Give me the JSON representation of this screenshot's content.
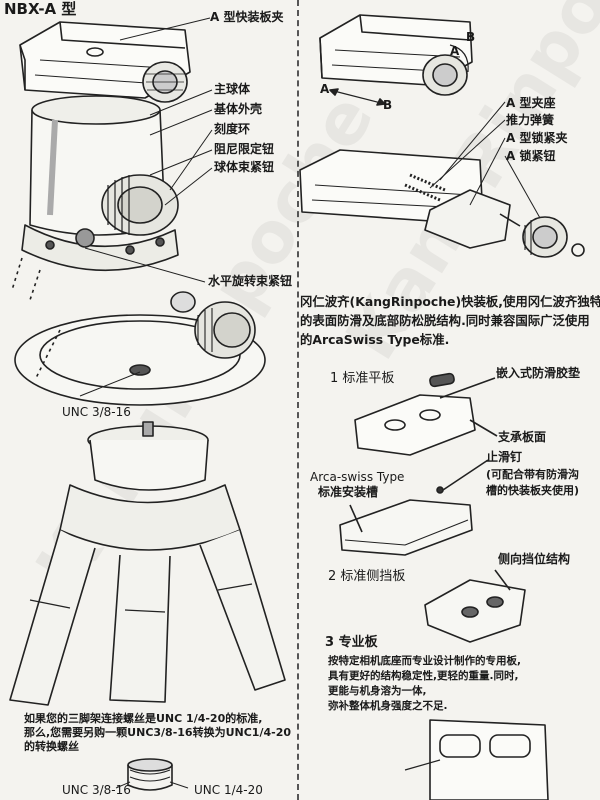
{
  "left": {
    "model_title": "NBX-A 型",
    "labels": {
      "a_clamp": "A 型快装板夹",
      "main_ball": "主球体",
      "base_shell": "基体外壳",
      "scale_ring": "刻度环",
      "damping_knob": "阻尼限定钮",
      "ball_lock_knob": "球体束紧钮",
      "pan_lock_knob": "水平旋转束紧钮",
      "unc_thread": "UNC 3/8-16"
    },
    "note_lines": [
      "如果您的三脚架连接螺丝是UNC 1/4-20的标准,",
      "那么,您需要另购一颗UNC3/8-16转换为UNC1/4-20",
      "的转换螺丝"
    ],
    "adapter_left": "UNC 3/8-16",
    "adapter_right": "UNC 1/4-20"
  },
  "right": {
    "arrow_a_top": "A",
    "arrow_b_top": "B",
    "arrow_a": "A",
    "arrow_b": "B",
    "labels": {
      "a_clamp_seat": "A 型夹座",
      "push_spring": "推力弹簧",
      "a_lock_clamp": "A 型锁紧夹",
      "a_lock_knob": "A 锁紧钮"
    },
    "intro_lines": [
      "冈仁波齐(KangRinpoche)快装板,使用冈仁波齐独特",
      "的表面防滑及底部防松脱结构.同时兼容国际广泛使用",
      "的ArcaSwiss Type标准."
    ],
    "sec1_title": "1 标准平板",
    "embedded_pad": "嵌入式防滑胶垫",
    "support_surface": "支承板面",
    "stop_pin": "止滑钉",
    "stop_pin_note_1": "(可配合带有防滑沟",
    "stop_pin_note_2": "槽的快装板夹使用)",
    "arca_label_1": "Arca-swiss Type",
    "arca_label_2": "标准安装槽",
    "sec2_title": "2 标准侧挡板",
    "side_stop": "侧向挡位结构",
    "sec3_title": "3 专业板",
    "sec3_lines": [
      "按特定相机底座而专业设计制作的专用板,",
      "具有更好的结构稳定性,更轻的重量.同时,",
      "更能与机身溶为一体,",
      "弥补整体机身强度之不足."
    ]
  }
}
